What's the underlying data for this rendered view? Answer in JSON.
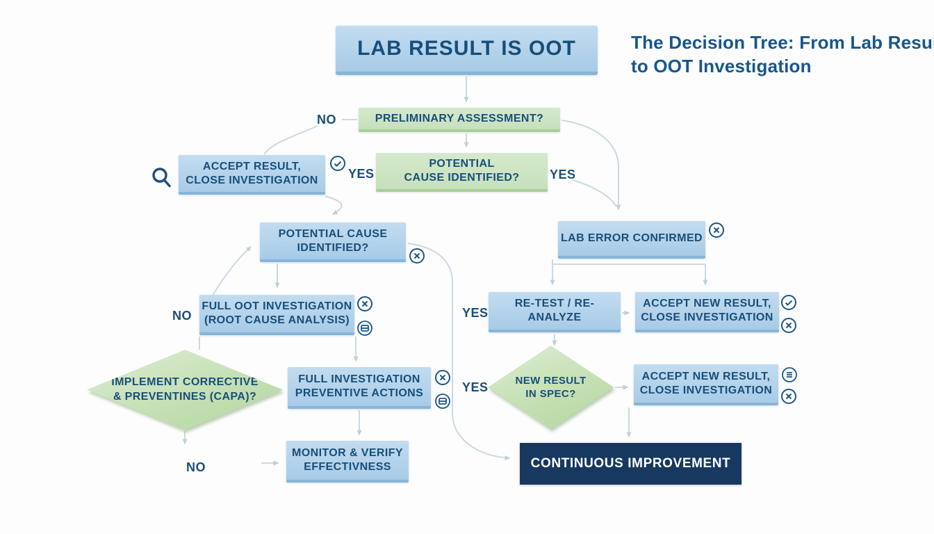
{
  "title": {
    "line1": "The Decision Tree: From Lab Results",
    "line2": "to OOT Investigation"
  },
  "nodes": {
    "start": {
      "label": "LAB RESULT IS OOT"
    },
    "prelim": {
      "label": "PRELIMINARY ASSESSMENT?"
    },
    "accept_result": {
      "line1": "ACCEPT RESULT,",
      "line2": "CLOSE INVESTIGATION"
    },
    "potential_cause_green": {
      "line1": "POTENTIAL",
      "line2": "CAUSE IDENTIFIED?"
    },
    "potential_cause_blue": {
      "line1": "POTENTIAL CAUSE",
      "line2": "IDENTIFIED?"
    },
    "full_oot": {
      "line1": "FULL OOT INVESTIGATION",
      "line2": "(ROOT CAUSE ANALYSIS)"
    },
    "capa_diamond": {
      "line1": "IMPLEMENT CORRECTIVE",
      "line2": "& PREVENTINES (CAPA)?"
    },
    "full_investigation": {
      "line1": "FULL INVESTIGATION",
      "line2": "PREVENTIVE ACTIONS"
    },
    "monitor": {
      "line1": "MONITOR & VERIFY",
      "line2": "EFFECTIVNESS"
    },
    "lab_error": {
      "label": "LAB ERROR CONFIRMED"
    },
    "retest": {
      "label": "RE-TEST / RE-ANALYZE"
    },
    "accept_new_1": {
      "line1": "ACCEPT NEW RESULT,",
      "line2": "CLOSE INVESTIGATION"
    },
    "new_result_spec": {
      "line1": "NEW RESULT",
      "line2": "IN SPEC?"
    },
    "accept_new_2": {
      "line1": "ACCEPT NEW RESULT,",
      "line2": "CLOSE INVESTIGATION"
    },
    "continuous": {
      "label": "CONTINUOUS IMPROVEMENT"
    }
  },
  "edge_labels": {
    "prelim_no": "NO",
    "accept_yes": "YES",
    "prelim_yes_right": "YES",
    "full_oot_no": "NO",
    "retest_yes": "YES",
    "spec_yes": "YES",
    "monitor_no": "NO"
  },
  "icons": {
    "magnifier": "search-icon",
    "check_circle": "check-circle-icon",
    "x_circle": "x-circle-icon",
    "doc_circle": "document-circle-icon",
    "list_circle": "list-circle-icon"
  },
  "colors": {
    "box_blue": "#a8cbe6",
    "box_blue_edge": "#87b5da",
    "box_green": "#c7e0bb",
    "box_green_edge": "#a8cf9a",
    "diamond_green": "#c5e0b4",
    "navy": "#17395f",
    "text_blue": "#174e7a",
    "title_blue": "#17568c",
    "connector": "#cbd9e1",
    "icon_stroke": "#1c5584"
  }
}
